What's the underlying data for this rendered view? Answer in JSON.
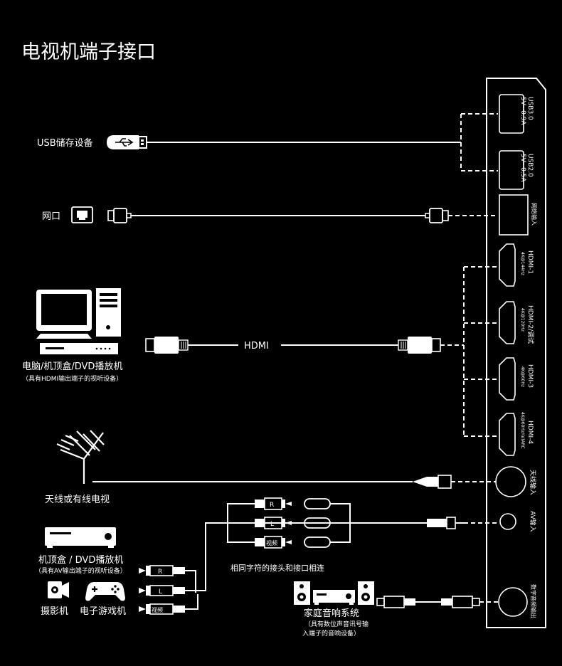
{
  "title": "电视机端子接口",
  "panel": {
    "usb3": {
      "name": "USB3.0",
      "spec": "5V⎓0.9A"
    },
    "usb2": {
      "name": "USB2.0",
      "spec": "5V⎓0.5A"
    },
    "lan": {
      "name": "网络输入"
    },
    "hdmi1": {
      "name": "HDMI-1",
      "spec": "4K@144Hz"
    },
    "hdmi2": {
      "name": "HDMI-2/调试",
      "spec": "4K@120Hz"
    },
    "hdmi3": {
      "name": "HDMI-3",
      "spec": "4K@60Hz"
    },
    "hdmi4": {
      "name": "HDMI-4",
      "spec": "4K@60Hz/(e)ARC"
    },
    "antenna": {
      "name": "天线输入"
    },
    "av": {
      "name": "AV输入"
    },
    "optical": {
      "name": "数字音频输出"
    }
  },
  "devices": {
    "usb": "USB储存设备",
    "lan": "网口",
    "pc_title": "电脑/机顶盒/DVD播放机",
    "pc_note": "（具有HDMI输出端子的视听设备）",
    "hdmi_label": "HDMI",
    "antenna": "天线或有线电视",
    "stb_title": "机顶盒 / DVD播放机",
    "stb_note": "（具有AV输出端子的视听设备）",
    "camera": "摄影机",
    "game": "电子游戏机",
    "match_note": "相同字符的接头和接口相连",
    "audio_title": "家庭音响系统",
    "audio_note1": "（具有数位声音讯号输",
    "audio_note2": "入端子的音响设备）"
  },
  "plugs": {
    "r": "R",
    "l": "L",
    "video": "视频"
  }
}
